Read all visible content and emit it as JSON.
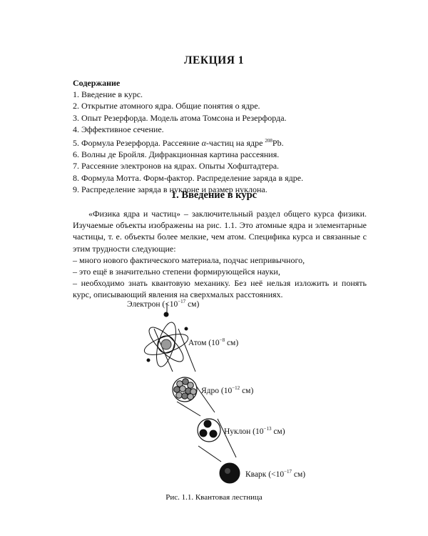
{
  "title": "ЛЕКЦИЯ 1",
  "contents": {
    "heading": "Содержание",
    "items": [
      "1. Введение в курс.",
      "2. Открытие атомного ядра. Общие понятия о ядре.",
      "3. Опыт Резерфорда. Модель атома Томсона и Резерфорда.",
      "4. Эффективное сечение.",
      "5. Формула Резерфорда. Рассеяние",
      "6. Волны де Бройля. Дифракционная картина рассеяния.",
      "7. Рассеяние электронов на ядрах. Опыты Хофштадтера.",
      "8. Формула Мотта. Форм-фактор. Распределение заряда в ядре.",
      "9. Распределение заряда в нуклоне и размер нуклона."
    ],
    "item5_alpha": "α",
    "item5_rest": "-частиц на ядре",
    "item5_mass": "208",
    "item5_element": "Pb."
  },
  "section": {
    "title": "1. Введение в курс",
    "paragraphs": [
      "«Физика ядра и частиц» – заключительный раздел общего курса физики. Изучаемые объекты изображены на рис. 1.1. Это атомные ядра и элементарные частицы, т. е. объекты более мелкие, чем атом. Специфика курса и связанные с этим трудности следующие:",
      "– много нового фактического материала, подчас непривычного,",
      "– это ещё в значительно степени формирующейся науки,",
      "– необходимо знать квантовую механику. Без неё нельзя изложить и понять курс, описывающий явления на сверхмалых расстояниях."
    ]
  },
  "figure": {
    "labels": {
      "electron": "Электрон (<10",
      "electron_exp": "−17",
      "electron_unit": " см)",
      "atom": "Атом (10",
      "atom_exp": "−8",
      "atom_unit": " см)",
      "nucleus": "Ядро (10",
      "nucleus_exp": "−12",
      "nucleus_unit": " см)",
      "nucleon": "Нуклон (10",
      "nucleon_exp": "−13",
      "nucleon_unit": " см)",
      "quark": "Кварк (<10",
      "quark_exp": "−17",
      "quark_unit": " см)"
    },
    "caption": "Рис. 1.1. Квантовая лестница"
  }
}
